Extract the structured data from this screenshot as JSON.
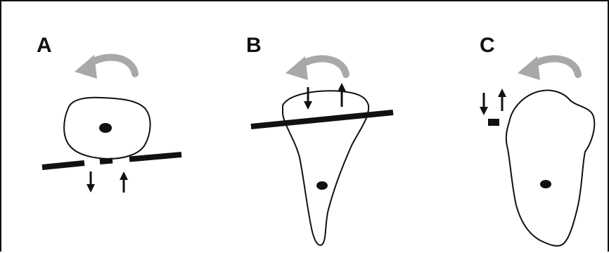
{
  "panels": [
    {
      "label": "A"
    },
    {
      "label": "B"
    },
    {
      "label": "C"
    }
  ],
  "colors": {
    "ink": "#111111",
    "rotation_arrow": "#a8a8a8",
    "background": "#ffffff"
  }
}
